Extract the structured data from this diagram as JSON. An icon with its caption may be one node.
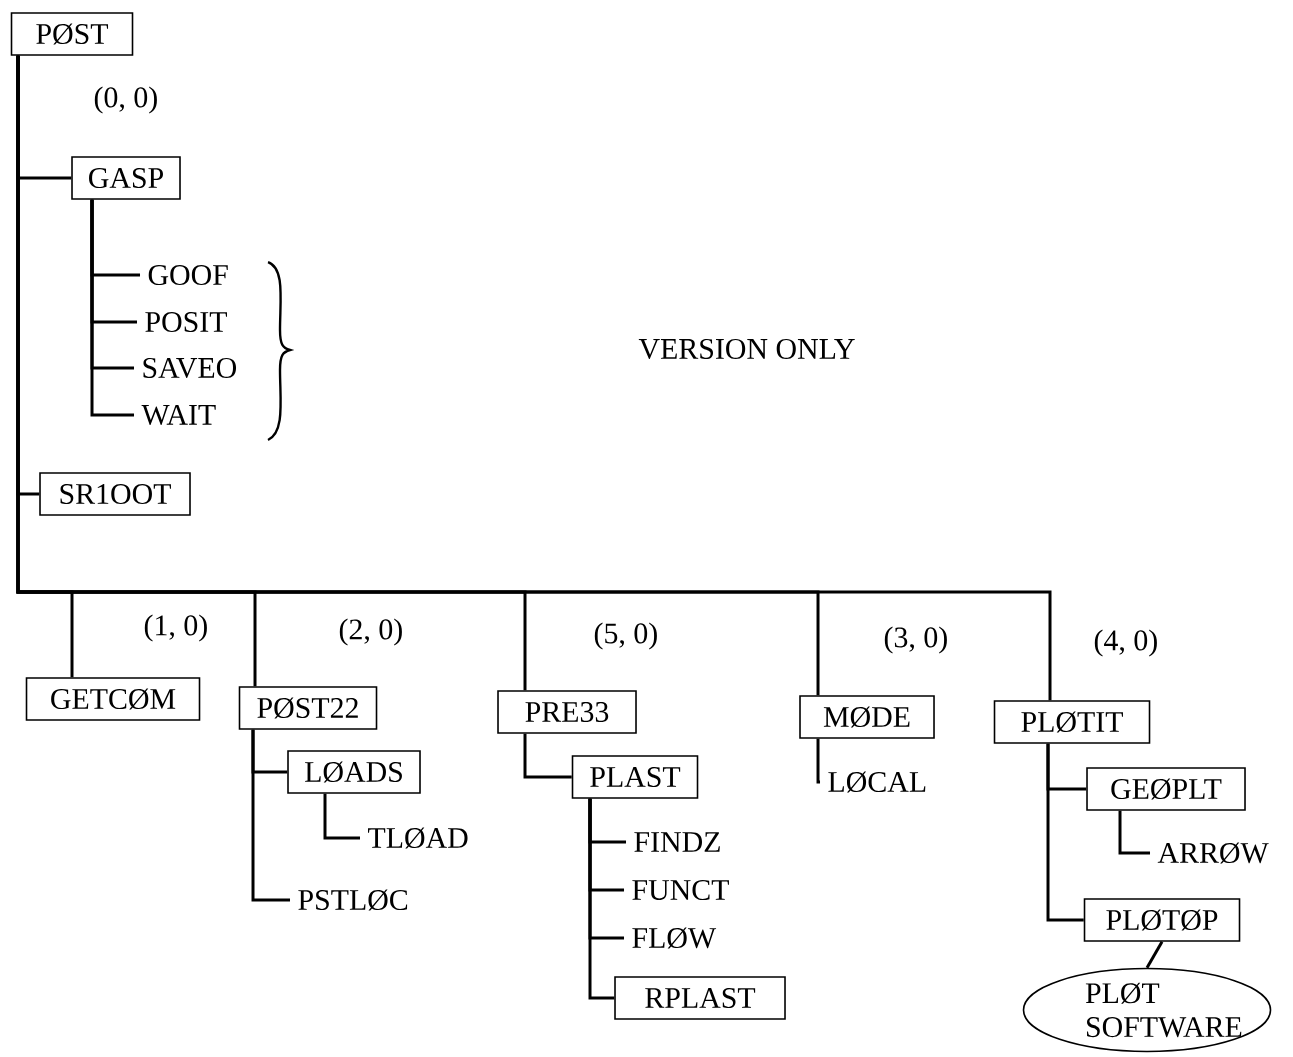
{
  "diagram": {
    "nodes": [
      {
        "text": [
          "PØST"
        ]
      },
      {
        "text": [
          "GASP"
        ]
      },
      {
        "text": [
          "GOOF"
        ]
      },
      {
        "text": [
          "POSIT"
        ]
      },
      {
        "text": [
          "SAVEO"
        ]
      },
      {
        "text": [
          "WAIT"
        ]
      },
      {
        "text": [
          "SR1OOT"
        ]
      },
      {
        "text": [
          "GETCØM"
        ]
      },
      {
        "text": [
          "PØST22"
        ]
      },
      {
        "text": [
          "LØADS"
        ]
      },
      {
        "text": [
          "TLØAD"
        ]
      },
      {
        "text": [
          "PSTLØC"
        ]
      },
      {
        "text": [
          "PRE33"
        ]
      },
      {
        "text": [
          "PLAST"
        ]
      },
      {
        "text": [
          "FINDZ"
        ]
      },
      {
        "text": [
          "FUNCT"
        ]
      },
      {
        "text": [
          "FLØW"
        ]
      },
      {
        "text": [
          "RPLAST"
        ]
      },
      {
        "text": [
          "MØDE"
        ]
      },
      {
        "text": [
          "LØCAL"
        ]
      },
      {
        "text": [
          "PLØTIT"
        ]
      },
      {
        "text": [
          "GEØPLT"
        ]
      },
      {
        "text": [
          "ARRØW"
        ]
      },
      {
        "text": [
          "PLØTØP"
        ]
      },
      {
        "text": [
          "PLØT SOFTWARE"
        ]
      }
    ],
    "edges": [
      {
        "from": 0,
        "to": 1,
        "arrow": "none"
      },
      {
        "from": 1,
        "to": 2,
        "arrow": "none"
      },
      {
        "from": 1,
        "to": 3,
        "arrow": "none"
      },
      {
        "from": 1,
        "to": 4,
        "arrow": "none"
      },
      {
        "from": 1,
        "to": 5,
        "arrow": "none"
      },
      {
        "from": 0,
        "to": 6,
        "arrow": "none"
      },
      {
        "from": 0,
        "to": 7,
        "arrow": "none"
      },
      {
        "from": 0,
        "to": 8,
        "arrow": "none"
      },
      {
        "from": 8,
        "to": 9,
        "arrow": "none"
      },
      {
        "from": 9,
        "to": 10,
        "arrow": "none"
      },
      {
        "from": 8,
        "to": 11,
        "arrow": "none"
      },
      {
        "from": 0,
        "to": 12,
        "arrow": "none"
      },
      {
        "from": 12,
        "to": 13,
        "arrow": "none"
      },
      {
        "from": 13,
        "to": 14,
        "arrow": "none"
      },
      {
        "from": 13,
        "to": 15,
        "arrow": "none"
      },
      {
        "from": 13,
        "to": 16,
        "arrow": "none"
      },
      {
        "from": 13,
        "to": 17,
        "arrow": "none"
      },
      {
        "from": 0,
        "to": 18,
        "arrow": "none"
      },
      {
        "from": 18,
        "to": 19,
        "arrow": "none"
      },
      {
        "from": 0,
        "to": 20,
        "arrow": "none"
      },
      {
        "from": 20,
        "to": 21,
        "arrow": "none"
      },
      {
        "from": 21,
        "to": 22,
        "arrow": "none"
      },
      {
        "from": 20,
        "to": 23,
        "arrow": "none"
      },
      {
        "from": 23,
        "to": 24,
        "arrow": "none"
      }
    ],
    "labels": [
      "(0, 0)",
      "VERSION ONLY",
      "(1, 0)",
      "(2, 0)",
      "(5, 0)",
      "(3, 0)",
      "(4, 0)"
    ]
  }
}
